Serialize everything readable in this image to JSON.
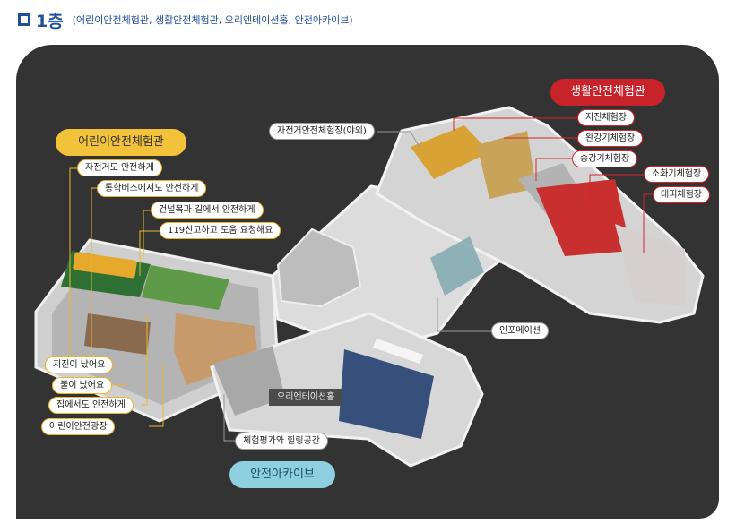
{
  "header": {
    "floor": "1층",
    "subtitle": "(어린이안전체험관, 생활안전체험관, 오리엔테이션홀, 안전아카이브)"
  },
  "zones": {
    "children": "어린이안전체험관",
    "life": "생활안전체험관",
    "archive": "안전아카이브"
  },
  "labels": {
    "bike_safety": "자전거도 안전하게",
    "bus_safety": "통학버스에서도 안전하게",
    "crosswalk": "건널목과 길에서 안전하게",
    "call_119": "119신고하고 도움 요청해요",
    "earthquake_kids": "지진이 났어요",
    "fire_kids": "불이 났어요",
    "home_safety": "집에서도 안전하게",
    "kids_plaza": "어린이안전광장",
    "bike_outdoor": "자전거안전체험장(야외)",
    "earthquake": "지진체험장",
    "elevator": "완강기체험장",
    "lift": "승강기체험장",
    "extinguisher": "소화기체험장",
    "evacuation": "대피체험장",
    "info": "인포메이션",
    "orientation": "오리엔테이션홀",
    "healing": "체험평가와 힐링공간"
  },
  "colors": {
    "accent_blue": "#1f4e9a",
    "yellow": "#f2c23a",
    "red": "#c8232a",
    "archive": "#8fd0e0",
    "panel": "#333333"
  }
}
